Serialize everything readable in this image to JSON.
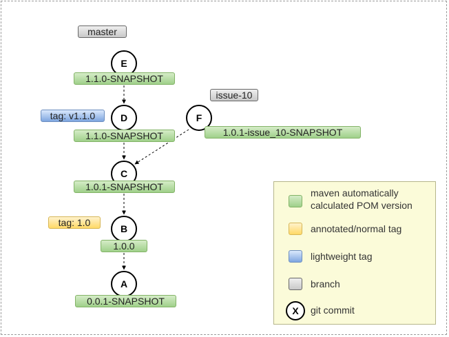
{
  "branches": {
    "master": "master",
    "issue": "issue-10"
  },
  "tags": {
    "lightweight": "tag: v1.1.0",
    "annotated": "tag: 1.0"
  },
  "commits": {
    "E": {
      "id": "E",
      "version": "1.1.0-SNAPSHOT"
    },
    "D": {
      "id": "D",
      "version": "1.1.0-SNAPSHOT"
    },
    "F": {
      "id": "F",
      "version": "1.0.1-issue_10-SNAPSHOT"
    },
    "C": {
      "id": "C",
      "version": "1.0.1-SNAPSHOT"
    },
    "B": {
      "id": "B",
      "version": "1.0.0"
    },
    "A": {
      "id": "A",
      "version": "0.0.1-SNAPSHOT"
    }
  },
  "edges": [
    [
      "E",
      "D"
    ],
    [
      "D",
      "C"
    ],
    [
      "F",
      "C"
    ],
    [
      "C",
      "B"
    ],
    [
      "B",
      "A"
    ]
  ],
  "legend": {
    "version": "maven automatically calculated POM version",
    "annotated": "annotated/normal tag",
    "lightweight": "lightweight tag",
    "branch": "branch",
    "commit_symbol": "X",
    "commit": "git commit"
  },
  "colors": {
    "version": "#9fd08a",
    "branch": "#c8c8c8",
    "annotated_tag": "#ffd966",
    "lightweight_tag": "#7ea6e0",
    "legend_bg": "#fbfbd9"
  }
}
